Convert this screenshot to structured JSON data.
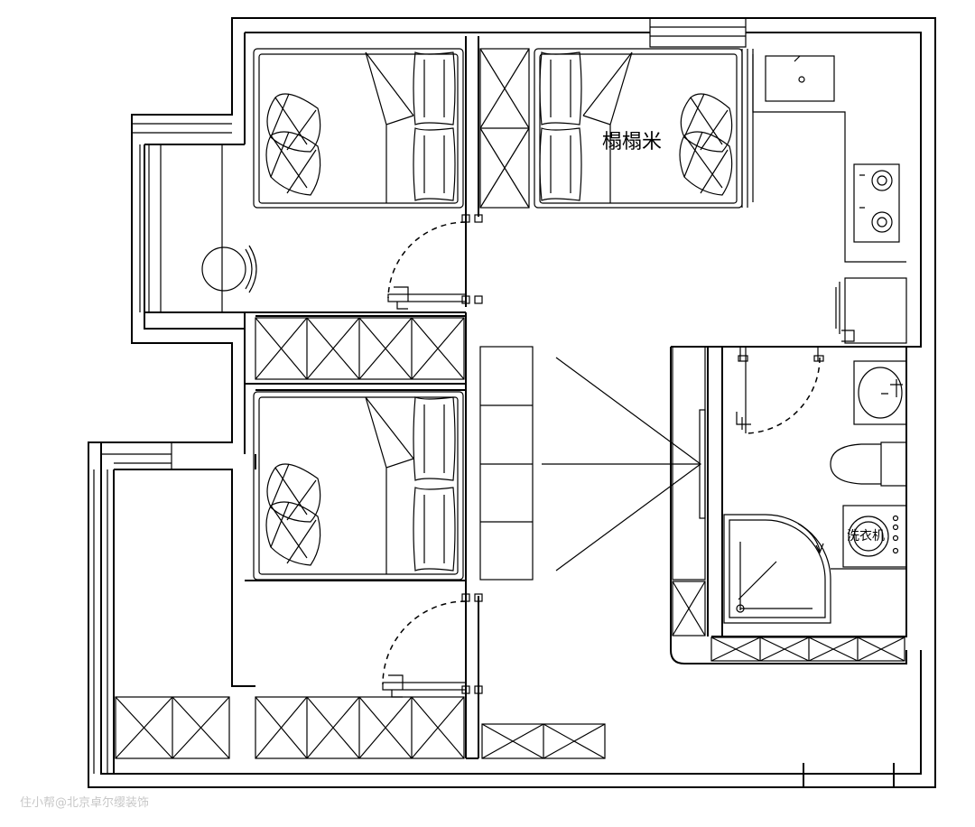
{
  "labels": {
    "tatami": "榻榻米",
    "washer": "洗衣机"
  },
  "watermark": "住小帮@北京卓尔缨装饰"
}
